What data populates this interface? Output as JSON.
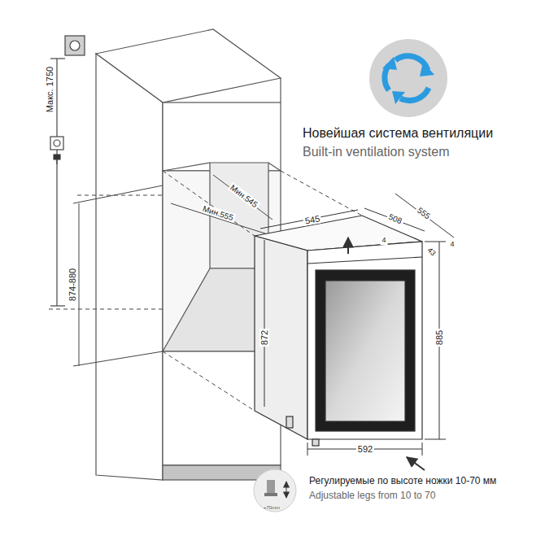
{
  "diagram": {
    "labels": [
      "Новейшая система вентиляции",
      "Built-in ventilation system",
      "Макс. 1750",
      "874-880",
      "Мин.555",
      "Мин.545",
      "545",
      "508",
      "555",
      "4",
      "4",
      "43",
      "872",
      "885",
      "592",
      "Регулируемые по высоте ножки 10-70 мм",
      "Adjustable legs from 10 to 70",
      "+70mm"
    ]
  }
}
